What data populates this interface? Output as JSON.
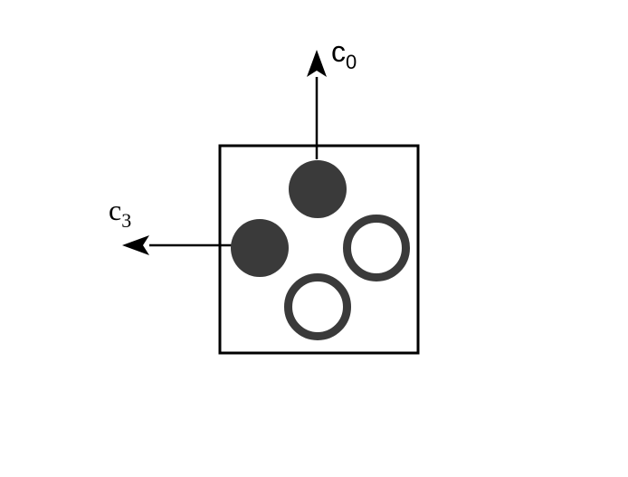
{
  "diagram": {
    "arrow_up": {
      "label": "c",
      "subscript": "0"
    },
    "arrow_left": {
      "label": "c",
      "subscript": "3"
    },
    "colors": {
      "box_stroke": "#000000",
      "filled_circle": "#3a3a3a",
      "hollow_circle_stroke": "#3a3a3a",
      "arrow": "#000000"
    },
    "circles": [
      {
        "name": "top",
        "style": "filled"
      },
      {
        "name": "left",
        "style": "filled"
      },
      {
        "name": "right",
        "style": "hollow"
      },
      {
        "name": "bottom",
        "style": "hollow"
      }
    ]
  }
}
